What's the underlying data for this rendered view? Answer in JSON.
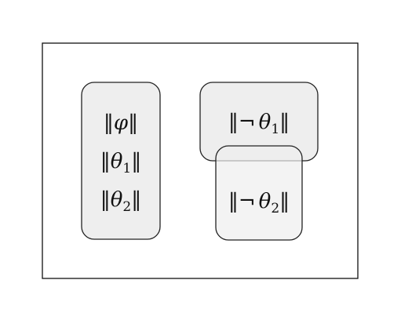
{
  "diagram": {
    "colors": {
      "frame_stroke": "#111111",
      "box_fill": "#eeeeee",
      "box_stroke": "#222222",
      "background": "#ffffff"
    },
    "left_group": {
      "items": [
        {
          "norm_open": "‖",
          "symbol": "φ",
          "sub": "",
          "norm_close": "‖"
        },
        {
          "norm_open": "‖",
          "symbol": "θ",
          "sub": "1",
          "norm_close": "‖"
        },
        {
          "norm_open": "‖",
          "symbol": "θ",
          "sub": "2",
          "norm_close": "‖"
        }
      ]
    },
    "right_top": {
      "norm_open": "‖",
      "negation": "¬",
      "symbol": "θ",
      "sub": "1",
      "norm_close": "‖"
    },
    "right_bottom": {
      "norm_open": "‖",
      "negation": "¬",
      "symbol": "θ",
      "sub": "2",
      "norm_close": "‖"
    }
  }
}
